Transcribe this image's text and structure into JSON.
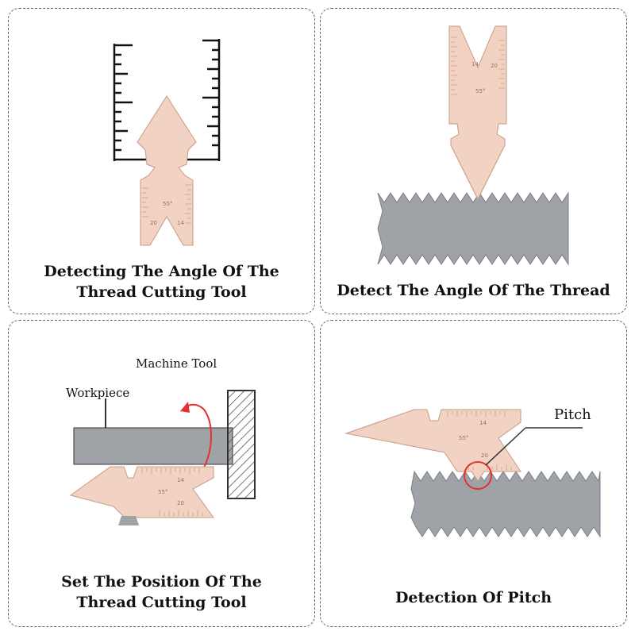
{
  "panels": [
    {
      "caption_line1": "Detecting The Angle Of The",
      "caption_line2": "Thread Cutting Tool"
    },
    {
      "caption_line1": "Detect The Angle Of The Thread"
    },
    {
      "caption_line1": "Set The Position Of The",
      "caption_line2": "Thread Cutting Tool",
      "label_machine": "Machine Tool",
      "label_workpiece": "Workpiece"
    },
    {
      "caption_line1": "Detection Of Pitch",
      "label_pitch": "Pitch"
    }
  ],
  "gauge_marks": {
    "angle": "55°",
    "n14": "14",
    "n20": "20"
  },
  "colors": {
    "gauge": "#f1d2c3",
    "gauge_edge": "#c79a86",
    "scale": "#d29a80",
    "thread": "#9fa3a8",
    "thread_edge": "#7a7e84",
    "highlight": "#e53030",
    "border": "#5a5f73"
  }
}
